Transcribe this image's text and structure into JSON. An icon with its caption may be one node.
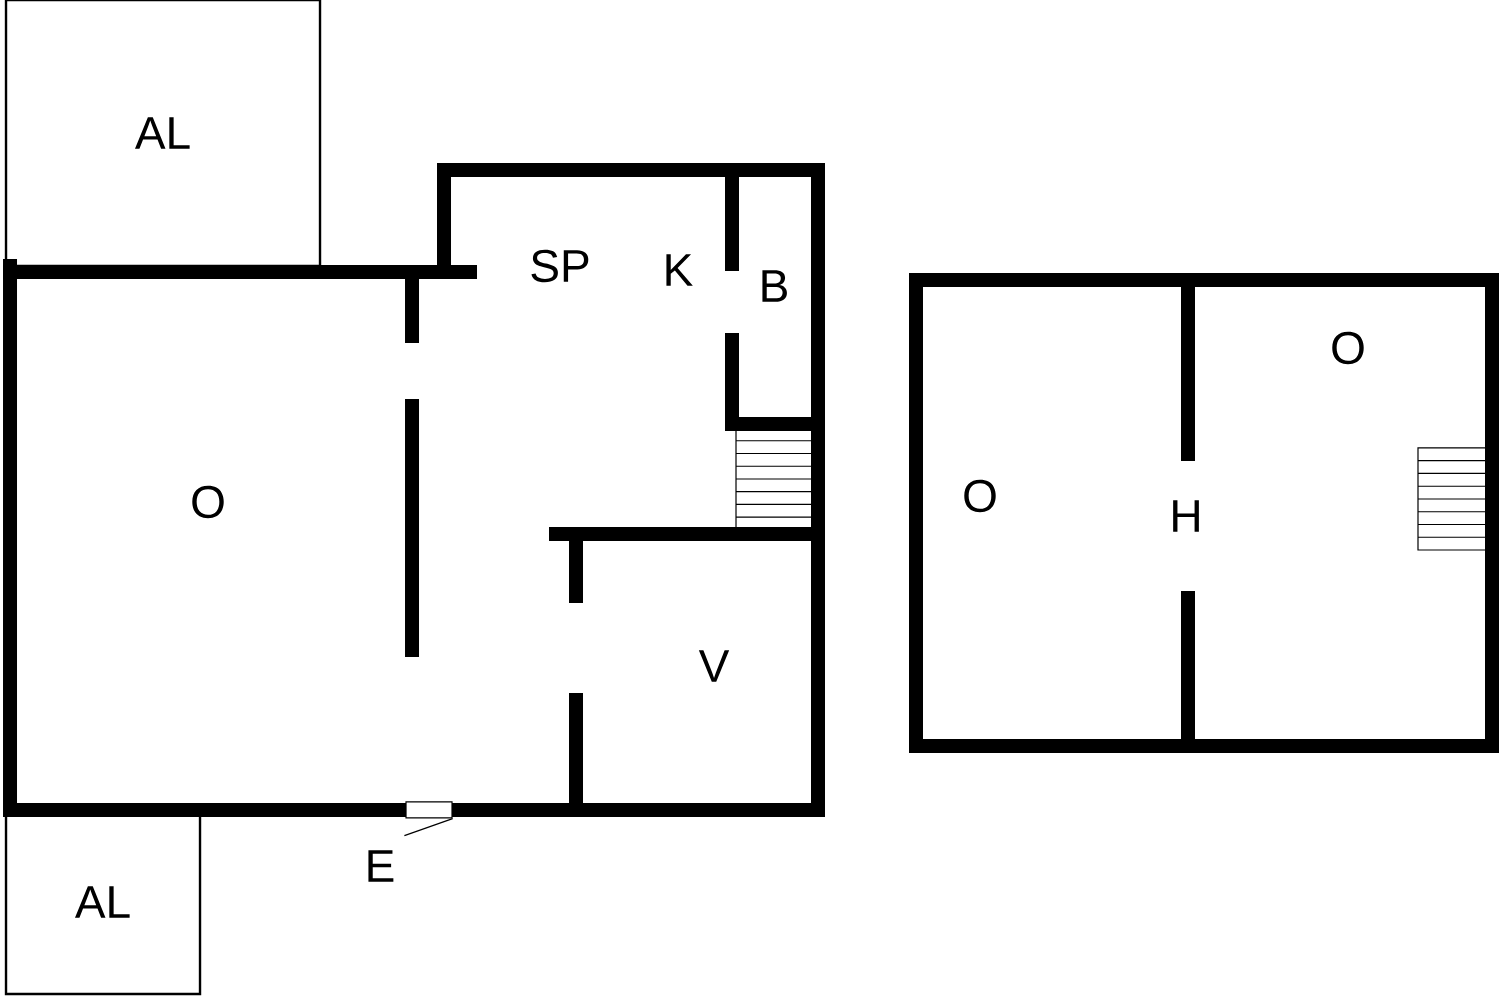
{
  "diagram": {
    "nodes": [
      {
        "text": [
          "AL"
        ]
      },
      {
        "text": [
          "AL"
        ]
      },
      {
        "text": [
          "E"
        ]
      },
      {
        "text": [],
        "shape": "box"
      }
    ],
    "edges": [
      {
        "from": 2,
        "to": 3,
        "arrow": "none"
      }
    ],
    "labels": [
      "SP",
      "K",
      "B",
      "O",
      "O",
      "O",
      "H",
      "V"
    ]
  }
}
